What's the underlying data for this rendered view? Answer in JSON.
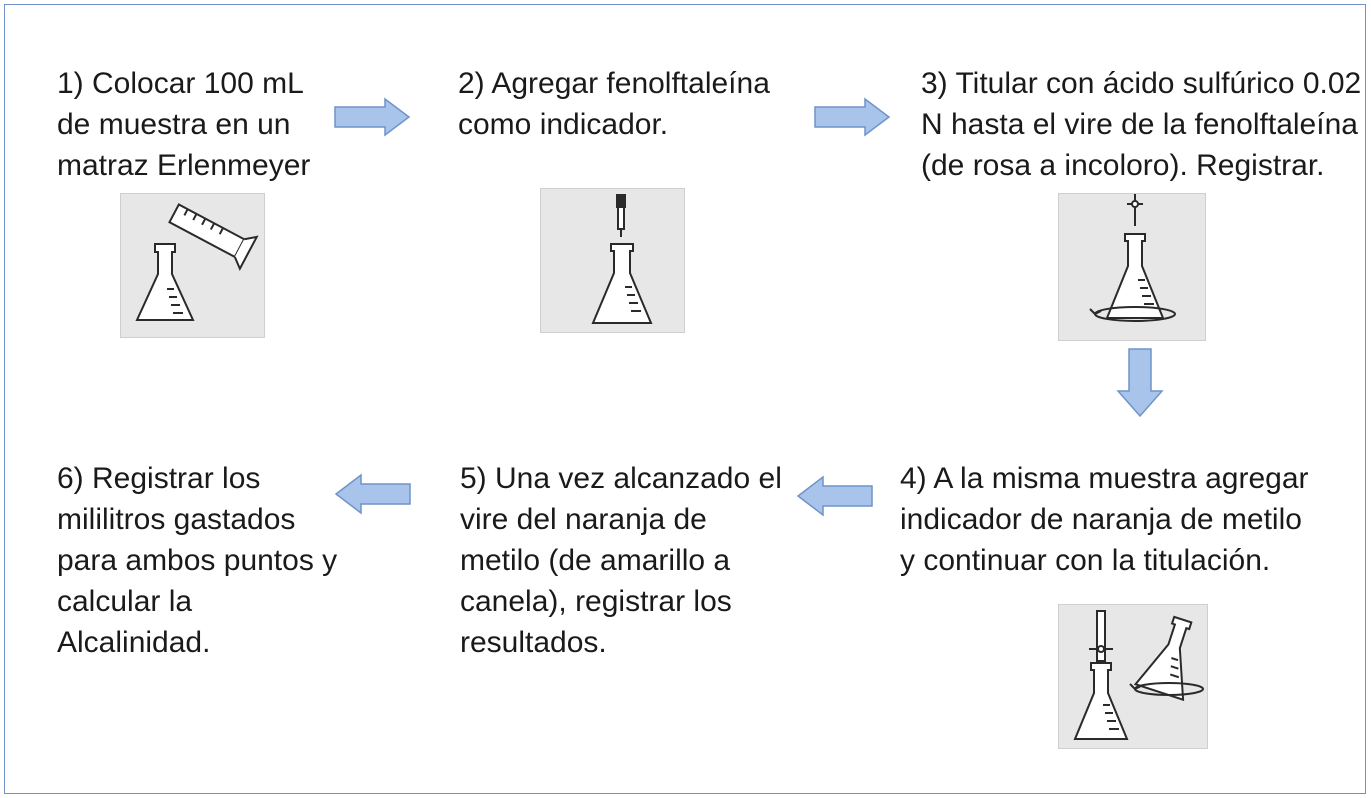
{
  "steps": [
    {
      "id": "1",
      "text": "1) Colocar 100 mL\nde muestra en un\nmatraz Erlenmeyer"
    },
    {
      "id": "2",
      "text": "2) Agregar fenolftaleína\ncomo indicador."
    },
    {
      "id": "3",
      "text": "3) Titular con ácido sulfúrico 0.02\nN hasta el vire de la fenolftaleína\n(de rosa a incoloro). Registrar."
    },
    {
      "id": "4",
      "text": "4) A la misma muestra agregar\nindicador de naranja de metilo\ny continuar con la titulación."
    },
    {
      "id": "5",
      "text": "5) Una vez alcanzado el\nvire del naranja de\nmetilo (de amarillo a\ncanela), registrar los\nresultados."
    },
    {
      "id": "6",
      "text": "6) Registrar los\nmililitros gastados\npara ambos puntos y\ncalcular la\nAlcalinidad."
    }
  ],
  "colors": {
    "frame": "#6f93c9",
    "arrow_fill": "#a9c4ea",
    "arrow_stroke": "#6f93c9",
    "picture_bg": "#e7e7e7",
    "drawing": "#2a2a2a"
  },
  "pictures": [
    "flask-and-graduated-cylinder",
    "flask-with-dropper",
    "flask-under-burette-swirl",
    "flask-under-burette-and-swirling-flask"
  ]
}
